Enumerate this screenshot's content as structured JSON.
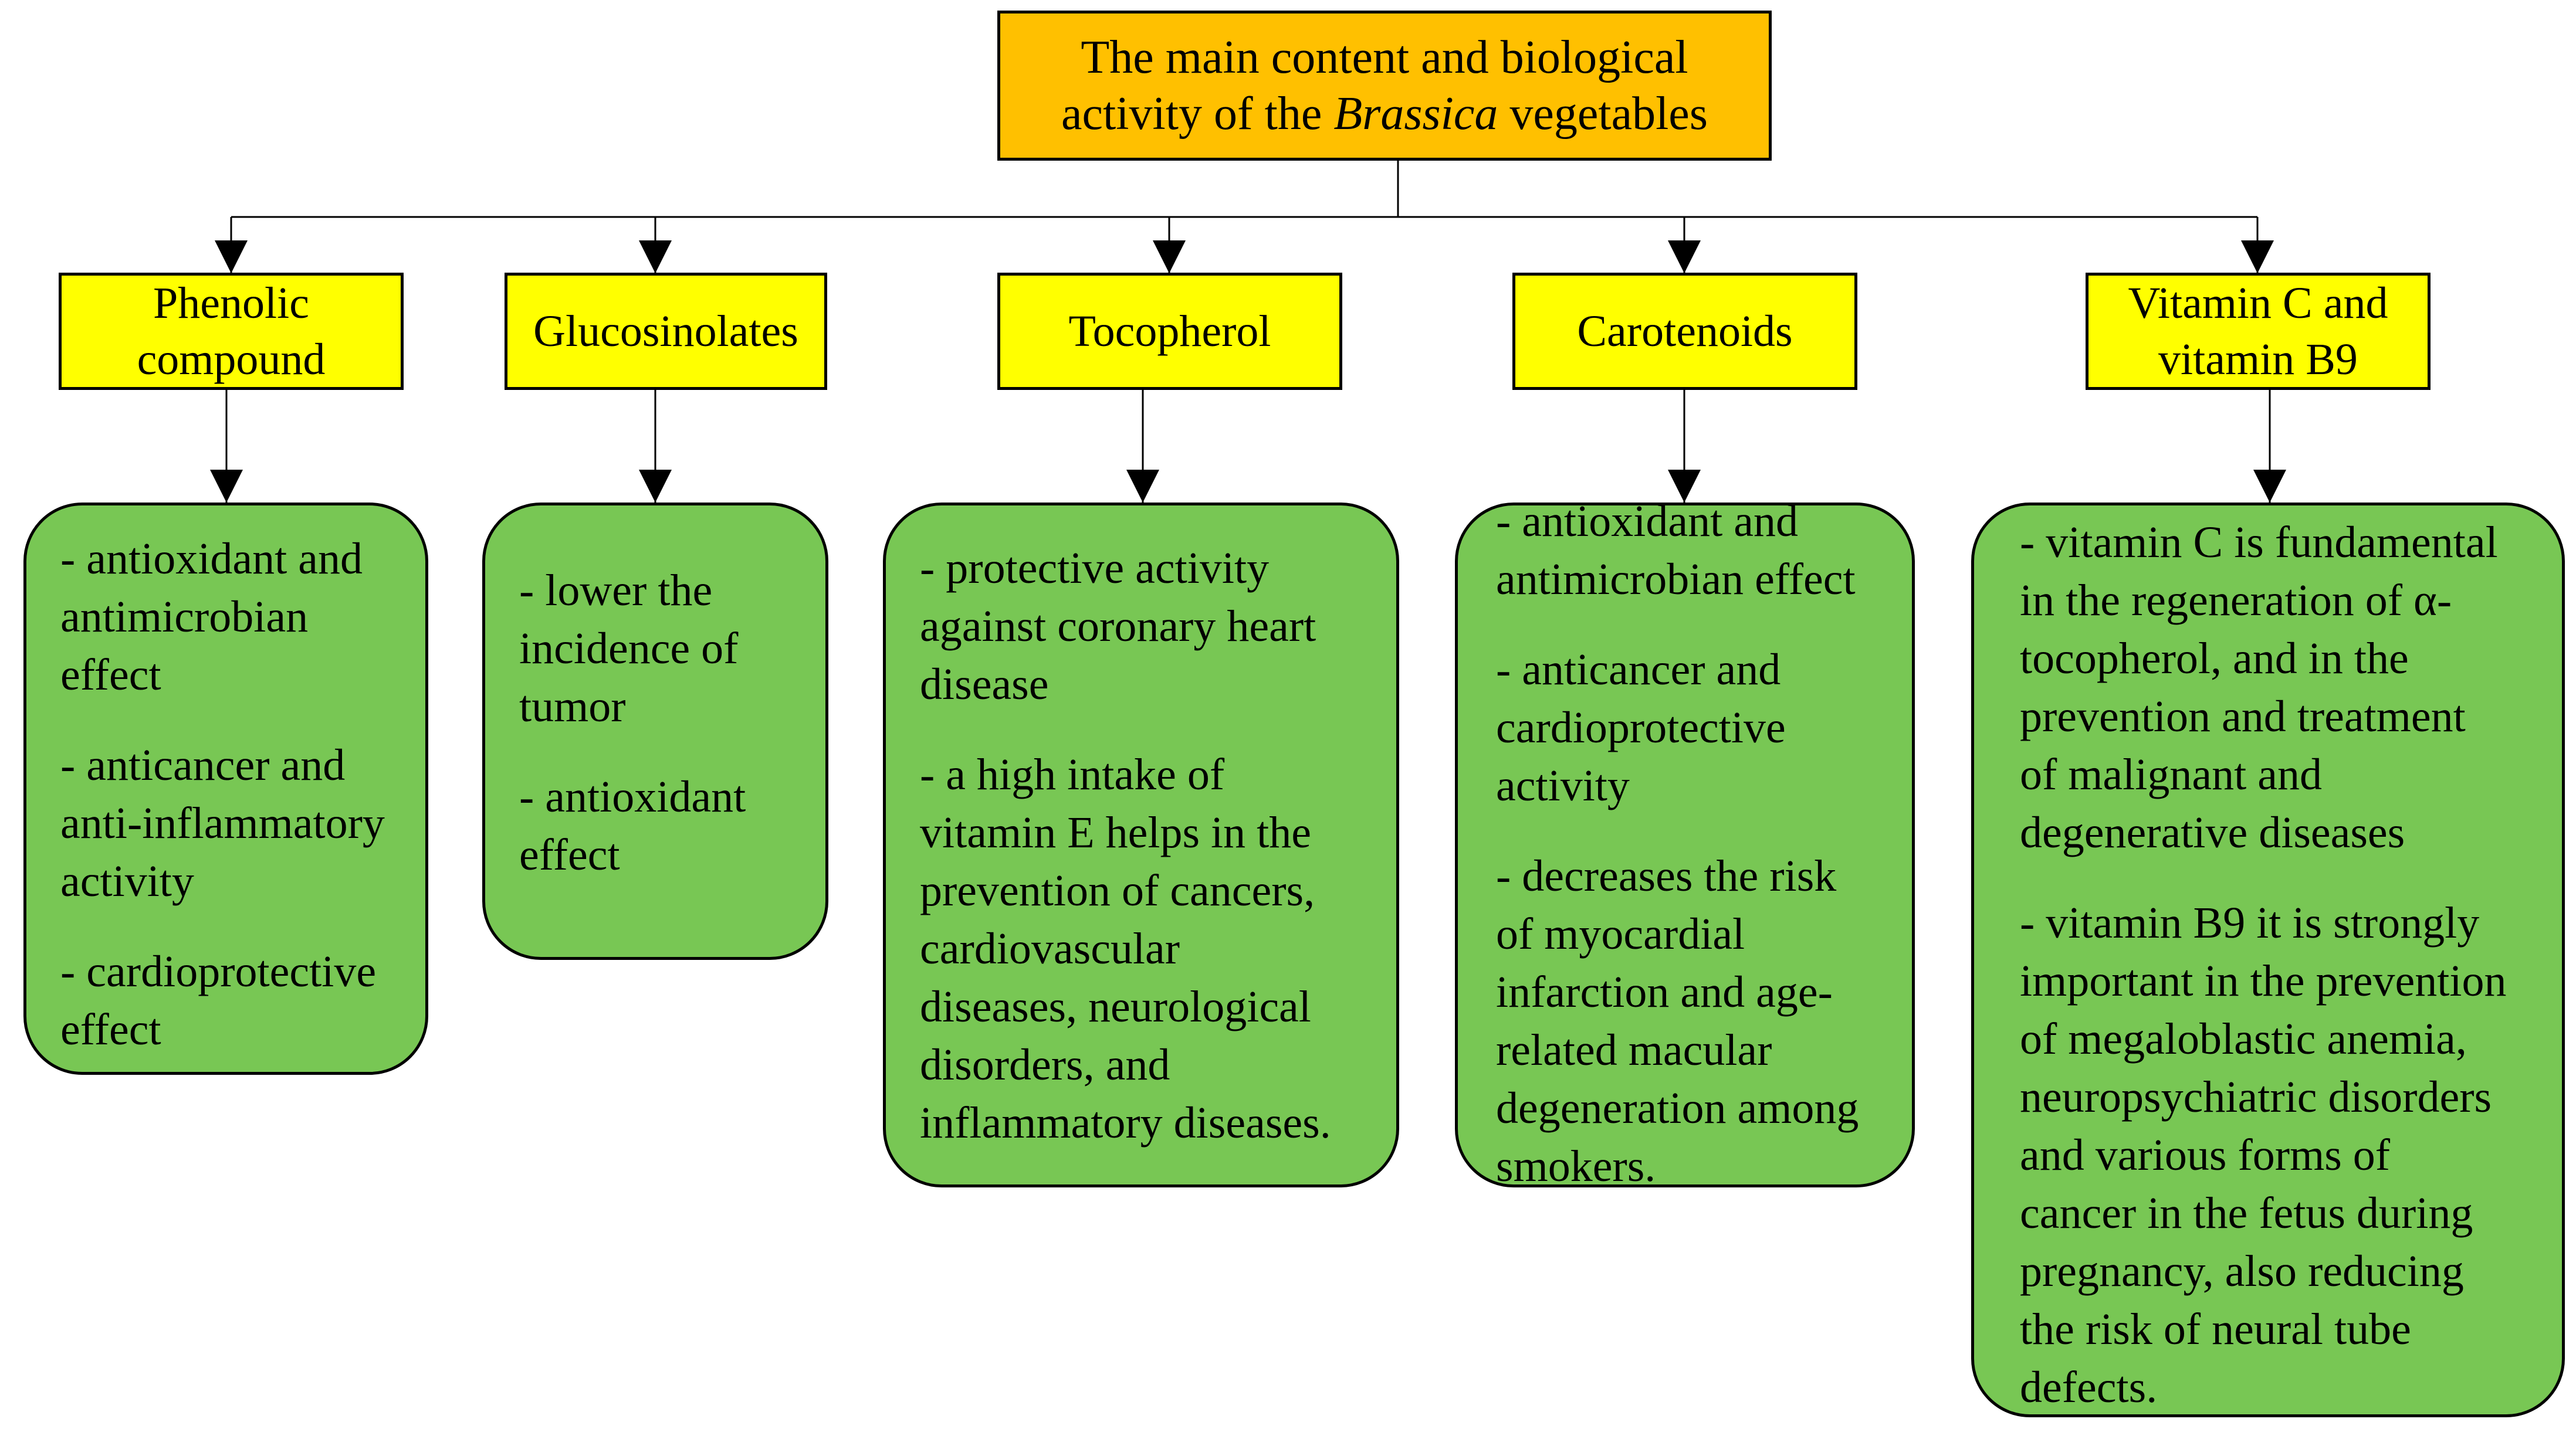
{
  "title": {
    "line1": "The main content and biological",
    "line2_prefix": "activity of the ",
    "line2_italic": "Brassica",
    "line2_suffix": " vegetables"
  },
  "categories": [
    {
      "label": "Phenolic\ncompound",
      "items": [
        "- antioxidant and\nantimicrobian\neffect",
        "- anticancer and\nanti-inflammatory\nactivity",
        "- cardioprotective\neffect"
      ]
    },
    {
      "label": "Glucosinolates",
      "items": [
        "- lower the\nincidence of\ntumor",
        "- antioxidant\neffect"
      ]
    },
    {
      "label": "Tocopherol",
      "items": [
        "- protective activity\nagainst coronary heart\ndisease",
        "- a high intake of\nvitamin E helps in the\nprevention of cancers,\ncardiovascular\ndiseases, neurological\ndisorders, and\ninflammatory diseases."
      ]
    },
    {
      "label": "Carotenoids",
      "items": [
        "- antioxidant and\nantimicrobian effect",
        "- anticancer and\ncardioprotective\nactivity",
        "- decreases the risk\nof myocardial\ninfarction and age-\nrelated macular\ndegeneration among\nsmokers."
      ]
    },
    {
      "label": "Vitamin C and\nvitamin B9",
      "items": [
        "- vitamin C is fundamental\nin the regeneration of α-\ntocopherol, and in the\nprevention and treatment\nof malignant and\ndegenerative diseases",
        "- vitamin B9 it is strongly\nimportant in the prevention\nof megaloblastic anemia,\nneuropsychiatric disorders\nand various forms of\ncancer in the fetus during\npregnancy, also reducing\nthe risk of neural tube\ndefects."
      ]
    }
  ]
}
